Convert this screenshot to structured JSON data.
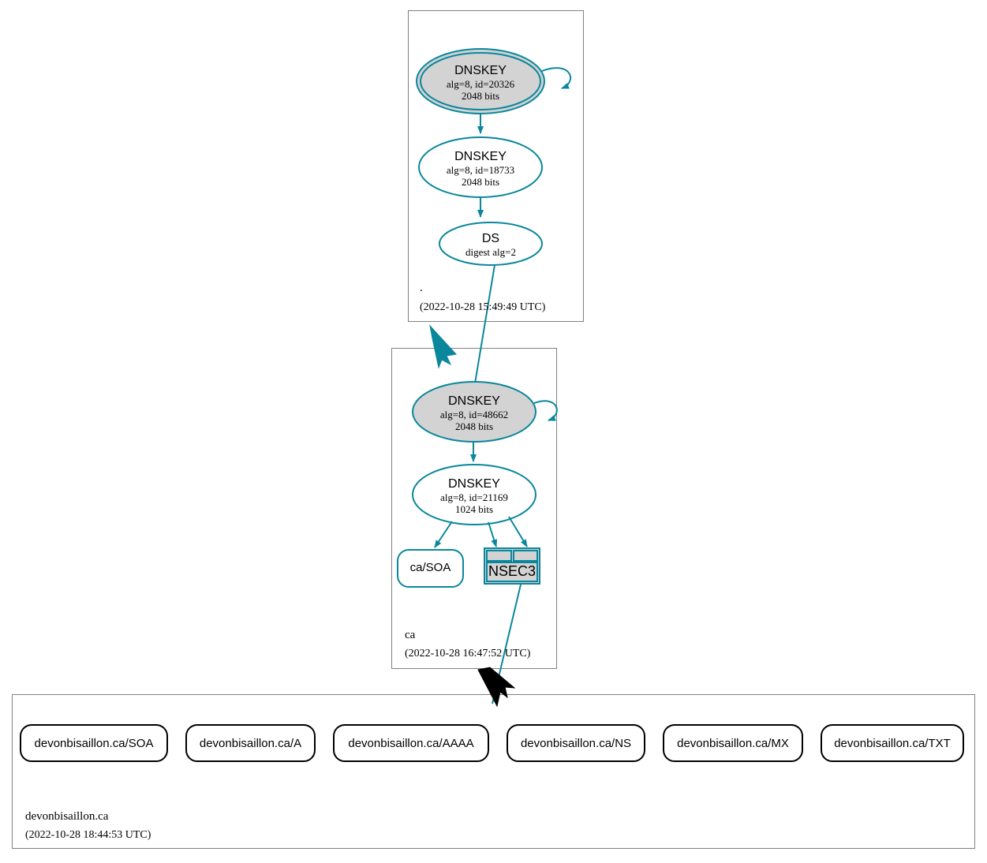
{
  "diagram": {
    "type": "dnssec-authentication-chain",
    "colors": {
      "secure": "#0a879c",
      "insecure": "#000000",
      "node_fill_sep": "#d3d3d3",
      "node_fill_plain": "#ffffff",
      "zone_border": "#808080"
    }
  },
  "zones": [
    {
      "id": "root",
      "name": ".",
      "timestamp": "(2022-10-28 15:49:49 UTC)",
      "nodes": [
        {
          "id": "root-ksk",
          "kind": "DNSKEY",
          "title": "DNSKEY",
          "line2": "alg=8, id=20326",
          "line3": "2048 bits",
          "alg": 8,
          "key_id": 20326,
          "bits": 2048,
          "trust_anchor": true,
          "sep": true,
          "self_signed": true
        },
        {
          "id": "root-zsk",
          "kind": "DNSKEY",
          "title": "DNSKEY",
          "line2": "alg=8, id=18733",
          "line3": "2048 bits",
          "alg": 8,
          "key_id": 18733,
          "bits": 2048,
          "trust_anchor": false,
          "sep": false,
          "self_signed": false
        },
        {
          "id": "root-ds",
          "kind": "DS",
          "title": "DS",
          "line2": "digest alg=2",
          "line3": "",
          "digest_alg": 2
        }
      ]
    },
    {
      "id": "ca",
      "name": "ca",
      "timestamp": "(2022-10-28 16:47:52 UTC)",
      "nodes": [
        {
          "id": "ca-ksk",
          "kind": "DNSKEY",
          "title": "DNSKEY",
          "line2": "alg=8, id=48662",
          "line3": "2048 bits",
          "alg": 8,
          "key_id": 48662,
          "bits": 2048,
          "sep": true,
          "self_signed": true
        },
        {
          "id": "ca-zsk",
          "kind": "DNSKEY",
          "title": "DNSKEY",
          "line2": "alg=8, id=21169",
          "line3": "1024 bits",
          "alg": 8,
          "key_id": 21169,
          "bits": 1024,
          "sep": false,
          "self_signed": false
        },
        {
          "id": "ca-soa",
          "kind": "RRset",
          "title": "ca/SOA"
        },
        {
          "id": "ca-nsec3",
          "kind": "NSEC3",
          "title": "NSEC3"
        }
      ]
    },
    {
      "id": "devonbisaillon",
      "name": "devonbisaillon.ca",
      "timestamp": "(2022-10-28 18:44:53 UTC)",
      "nodes": [
        {
          "id": "rr-soa",
          "kind": "RRset",
          "title": "devonbisaillon.ca/SOA"
        },
        {
          "id": "rr-a",
          "kind": "RRset",
          "title": "devonbisaillon.ca/A"
        },
        {
          "id": "rr-aaaa",
          "kind": "RRset",
          "title": "devonbisaillon.ca/AAAA"
        },
        {
          "id": "rr-ns",
          "kind": "RRset",
          "title": "devonbisaillon.ca/NS"
        },
        {
          "id": "rr-mx",
          "kind": "RRset",
          "title": "devonbisaillon.ca/MX"
        },
        {
          "id": "rr-txt",
          "kind": "RRset",
          "title": "devonbisaillon.ca/TXT"
        }
      ]
    }
  ],
  "edges": [
    {
      "from": "root-ksk",
      "to": "root-ksk",
      "style": "self-loop",
      "status": "secure"
    },
    {
      "from": "root-ksk",
      "to": "root-zsk",
      "style": "arrow",
      "status": "secure"
    },
    {
      "from": "root-zsk",
      "to": "root-ds",
      "style": "arrow",
      "status": "secure"
    },
    {
      "from": "root-ds",
      "to": "ca-ksk",
      "style": "arrow",
      "status": "secure"
    },
    {
      "from": "root",
      "to": "ca",
      "style": "delegation",
      "status": "secure"
    },
    {
      "from": "ca-ksk",
      "to": "ca-ksk",
      "style": "self-loop",
      "status": "secure"
    },
    {
      "from": "ca-ksk",
      "to": "ca-zsk",
      "style": "arrow",
      "status": "secure"
    },
    {
      "from": "ca-zsk",
      "to": "ca-soa",
      "style": "arrow",
      "status": "secure"
    },
    {
      "from": "ca-zsk",
      "to": "ca-nsec3",
      "style": "arrow",
      "status": "secure"
    },
    {
      "from": "ca-nsec3",
      "to": "devonbisaillon",
      "style": "line",
      "status": "secure"
    },
    {
      "from": "ca",
      "to": "devonbisaillon",
      "style": "delegation",
      "status": "insecure"
    }
  ]
}
